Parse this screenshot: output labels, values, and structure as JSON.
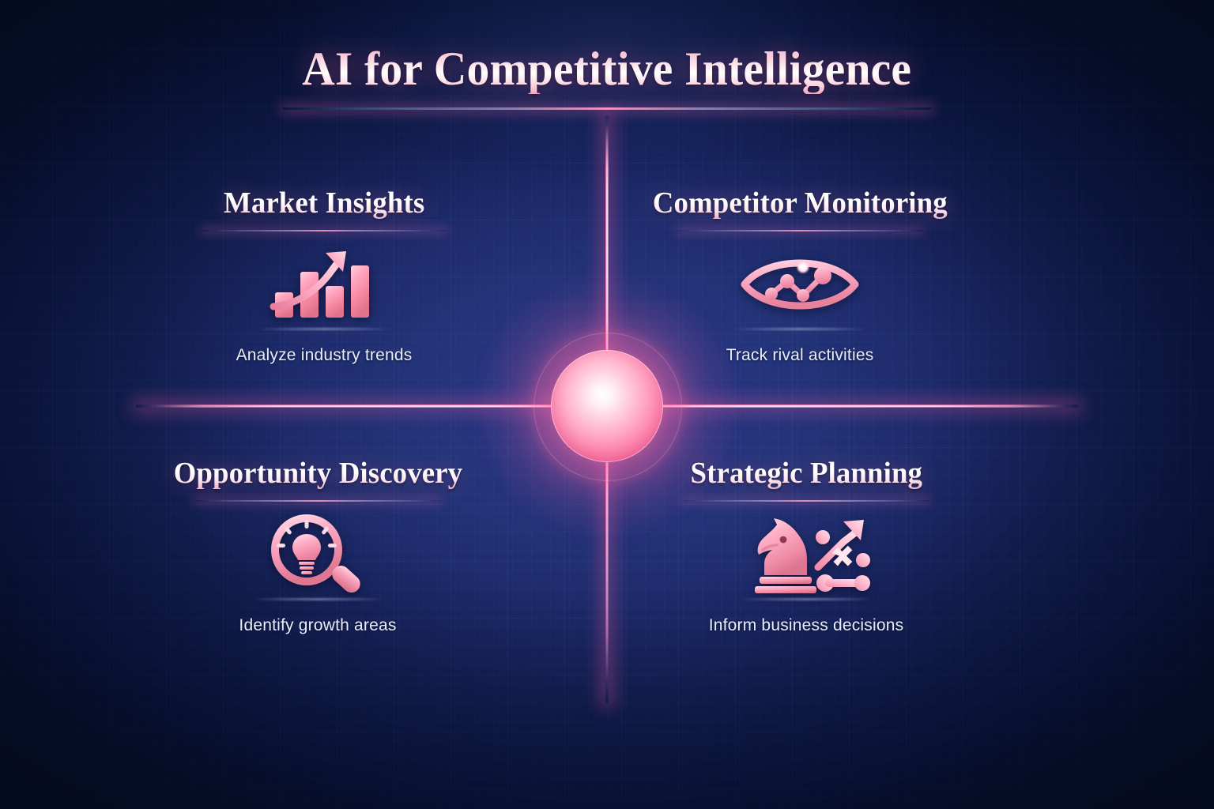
{
  "title": "AI for Competitive Intelligence",
  "colors": {
    "background_deep": "#0a1640",
    "background_center": "#2b3a8c",
    "accent_pink": "#ff78b4",
    "accent_pink_light": "#ffc9da",
    "heading_text": "#ffffff",
    "caption_text": "#e9eefc"
  },
  "hub": {
    "name": "central-ai-core-orb"
  },
  "quadrants": [
    {
      "id": "market-insights",
      "position": "top-left",
      "heading": "Market Insights",
      "caption": "Analyze industry trends",
      "icon": "bar-chart-growth-arrow-icon"
    },
    {
      "id": "competitor-monitoring",
      "position": "top-right",
      "heading": "Competitor Monitoring",
      "caption": "Track rival activities",
      "icon": "eye-network-graph-icon"
    },
    {
      "id": "opportunity-discovery",
      "position": "bottom-left",
      "heading": "Opportunity Discovery",
      "caption": "Identify growth areas",
      "icon": "magnifier-lightbulb-icon"
    },
    {
      "id": "strategic-planning",
      "position": "bottom-right",
      "heading": "Strategic Planning",
      "caption": "Inform business decisions",
      "icon": "chess-knight-strategy-icon"
    }
  ]
}
